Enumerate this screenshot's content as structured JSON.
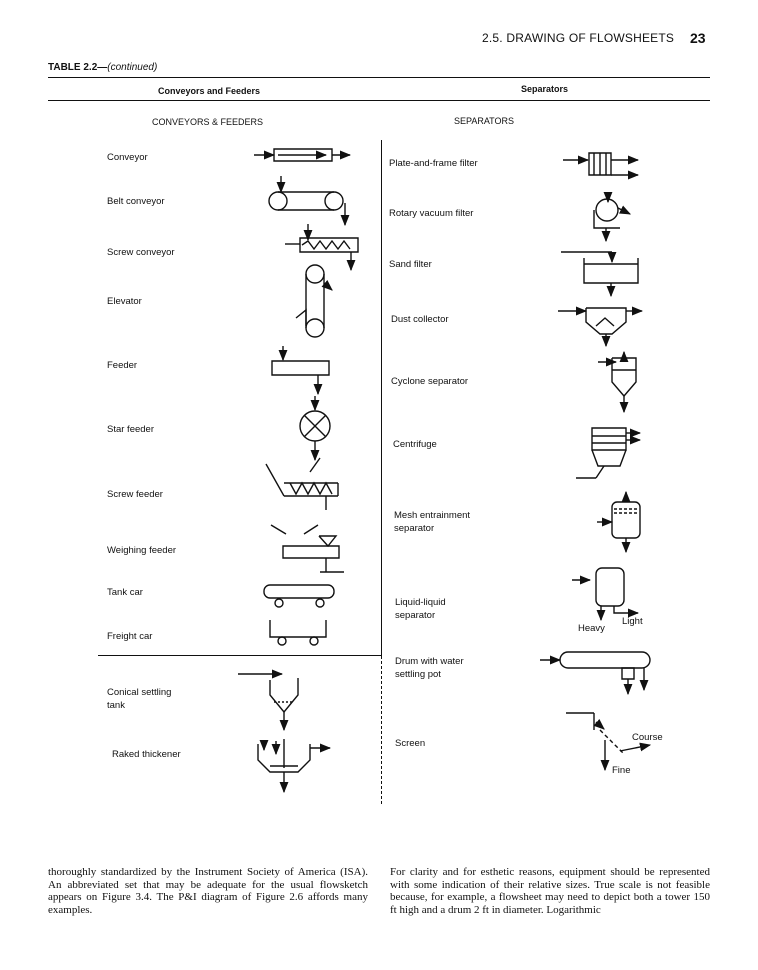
{
  "running_head": {
    "section": "2.5. DRAWING OF FLOWSHEETS",
    "page_number": "23"
  },
  "table_title": {
    "label": "TABLE 2.2—",
    "suffix": "(continued)"
  },
  "columns": {
    "left": "Conveyors and Feeders",
    "right": "Separators"
  },
  "left": {
    "heading": "CONVEYORS & FEEDERS",
    "items": [
      "Conveyor",
      "Belt conveyor",
      "Screw conveyor",
      "Elevator",
      "Feeder",
      "Star feeder",
      "Screw feeder",
      "Weighing feeder",
      "Tank car",
      "Freight car"
    ],
    "lower_items": [
      {
        "line1": "Conical settling",
        "line2": "tank"
      },
      {
        "line1": "Raked thickener",
        "line2": ""
      }
    ]
  },
  "right": {
    "heading": "SEPARATORS",
    "items": [
      {
        "line1": "Plate-and-frame  filter",
        "line2": ""
      },
      {
        "line1": "Rotary vacuum filter",
        "line2": ""
      },
      {
        "line1": "Sand filter",
        "line2": ""
      },
      {
        "line1": "Dust collector",
        "line2": ""
      },
      {
        "line1": "Cyclone separator",
        "line2": ""
      },
      {
        "line1": "Centrifuge",
        "line2": ""
      },
      {
        "line1": "Mesh entrainment",
        "line2": "separator"
      },
      {
        "line1": "Liquid-liquid",
        "line2": "separator"
      },
      {
        "line1": "Drum with water",
        "line2": "settling pot"
      },
      {
        "line1": "Screen",
        "line2": ""
      }
    ],
    "annotations": {
      "heavy": "Heavy",
      "light": "Light",
      "course": "Course",
      "fine": "Fine"
    }
  },
  "body_text": {
    "left": "thoroughly standardized by the Instrument Society of America (ISA). An abbreviated set that may be adequate for the usual flowsketch appears on Figure 3.4. The P&I diagram of Figure 2.6 affords many examples.",
    "right": "For clarity and for esthetic reasons, equipment should be represented with some indication of their relative sizes. True scale is not feasible because, for example, a flowsheet may need to depict both a tower 150 ft high and a drum 2 ft in diameter. Logarithmic"
  }
}
